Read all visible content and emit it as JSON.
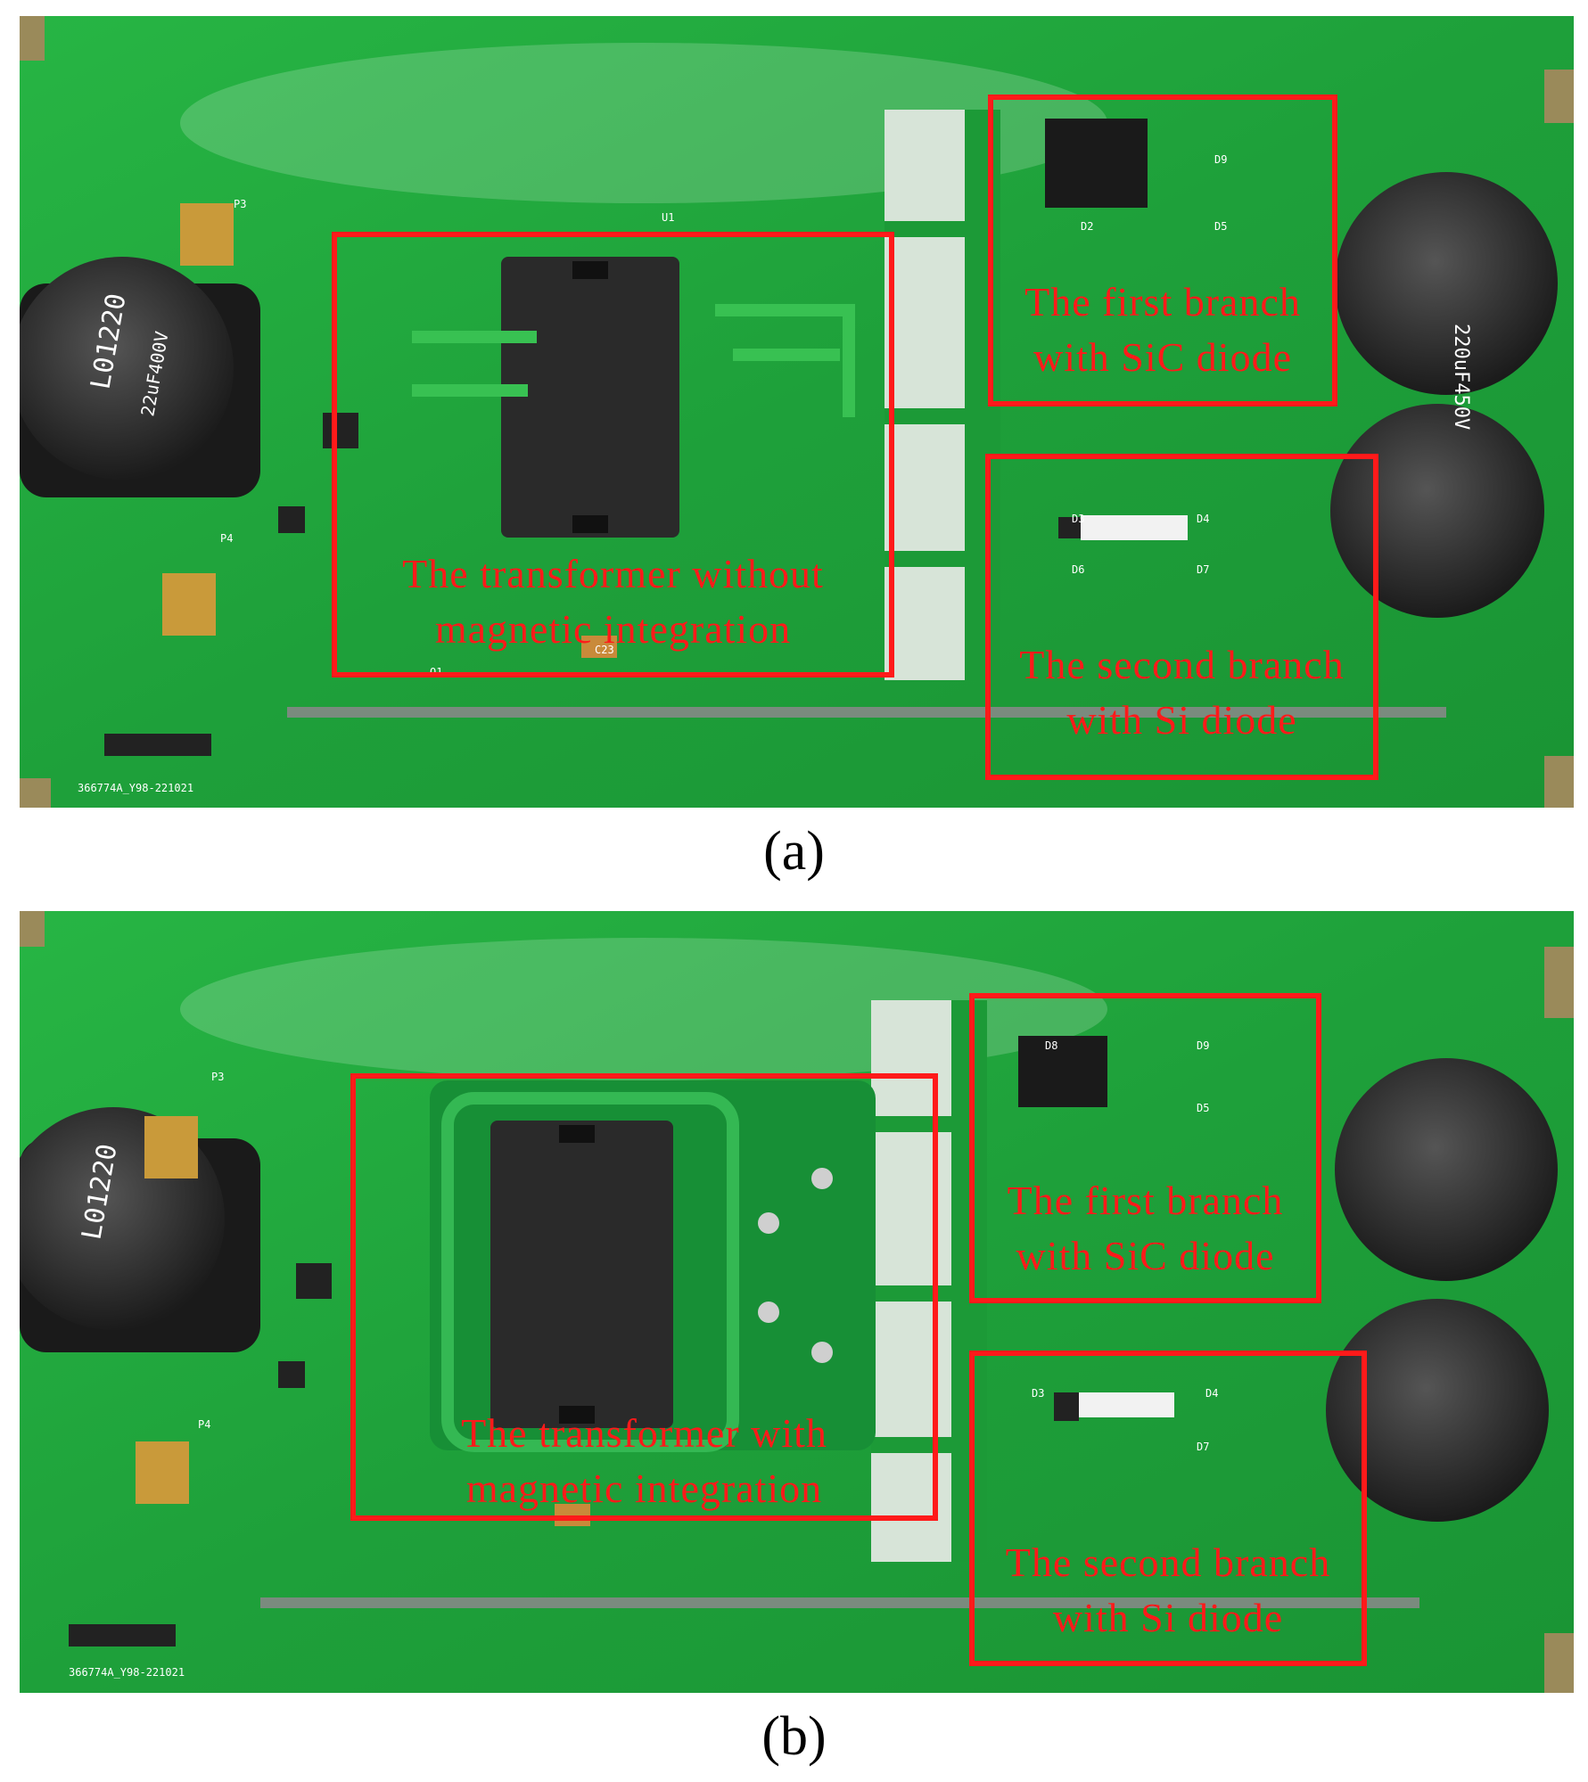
{
  "panel_a": {
    "boxes": [
      {
        "line1": "The transformer  without",
        "line2": "magnetic integration"
      },
      {
        "line1": "The first branch",
        "line2": "with SiC diode"
      },
      {
        "line1": "The second branch",
        "line2": "with Si diode"
      }
    ],
    "caption": "(a)",
    "board_id": "366774A_Y98-221021",
    "silkscreen": [
      "P3",
      "P4",
      "U1",
      "D2",
      "D3",
      "D4",
      "D5",
      "D6",
      "D7",
      "D9",
      "C23",
      "Q1"
    ],
    "capacitor_left": "22uF400V",
    "capacitor_right": "220uF450V",
    "capacitor_code": "L01220"
  },
  "panel_b": {
    "boxes": [
      {
        "line1": "The transformer with",
        "line2": "magnetic integration"
      },
      {
        "line1": "The first branch",
        "line2": "with SiC diode"
      },
      {
        "line1": "The second branch",
        "line2": "with Si diode"
      }
    ],
    "caption": "(b)",
    "board_id": "366774A_Y98-221021",
    "silkscreen": [
      "P3",
      "P4",
      "D3",
      "D4",
      "D5",
      "D7",
      "D8",
      "D9"
    ],
    "capacitor_code": "L01220"
  },
  "colors": {
    "pcb": "#1fa53a",
    "pcb_dark": "#128a2b",
    "annotation": "#ff1a1a"
  }
}
